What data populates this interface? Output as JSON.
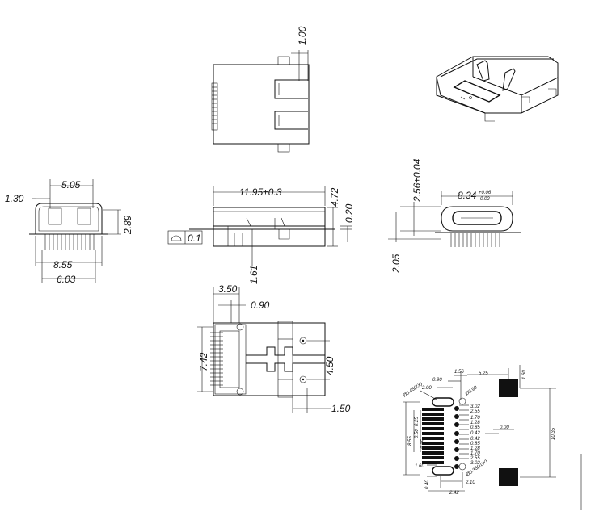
{
  "top_view": {
    "dim_1": "1.00"
  },
  "side_view": {
    "length": "11.95±0.3",
    "height": "4.72",
    "offset": "0.20",
    "pin": "1.61",
    "flatness_symbol": "◠",
    "flatness": "0.1"
  },
  "front_left": {
    "d1": "5.05",
    "d2": "1.30",
    "d3": "2.89",
    "d4": "8.55",
    "d5": "6.03"
  },
  "front_right": {
    "width": "8.34",
    "tol_up": "+0.06",
    "tol_dn": "-0.02",
    "height": "2.56±0.04",
    "bottom": "2.05"
  },
  "bottom_view": {
    "d1": "3.50",
    "d2": "0.90",
    "d3": "7.42",
    "d4": "4.50",
    "d5": "1.50"
  },
  "footprint": {
    "top": [
      "1.56",
      "0.90",
      "2.00",
      "5.25",
      "1.60"
    ],
    "hole_left": "Ø0.45(2X)",
    "hole_top_right": "Ø0.90",
    "hole_bottom": "Ø0.35(10X)",
    "right_labels": [
      "3.02",
      "2.55",
      "1.70",
      "1.28",
      "0.85",
      "0.42",
      "0.42",
      "0.85",
      "1.28",
      "1.70",
      "2.55",
      "3.02"
    ],
    "center": "0.00",
    "height": "10.35",
    "left": [
      "8.55",
      "0.50",
      "0.25",
      "0.25",
      "1.60",
      "0.40"
    ],
    "bottom": [
      "2.10",
      "2.42"
    ]
  }
}
